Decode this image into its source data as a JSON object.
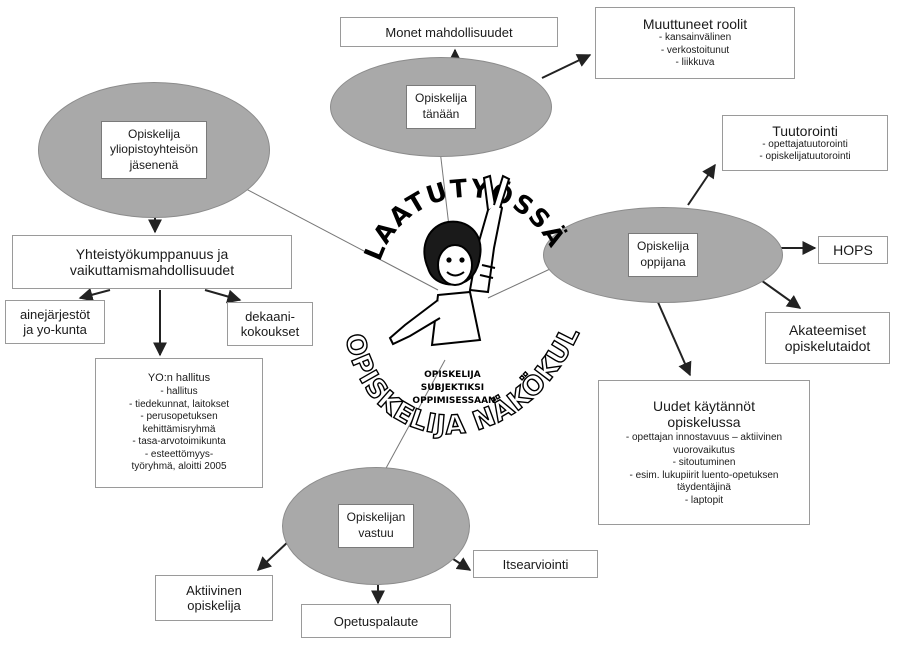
{
  "ellipses": {
    "yhteiso": [
      "Opiskelija",
      "yliopistoyhteisön",
      "jäsenenä"
    ],
    "tanaan": [
      "Opiskelija",
      "tänään"
    ],
    "oppijana": [
      "Opiskelija",
      "oppijana"
    ],
    "vastuu": [
      "Opiskelijan",
      "vastuu"
    ]
  },
  "boxes": {
    "monet": "Monet mahdollisuudet",
    "roolit": {
      "title": "Muuttuneet roolit",
      "items": [
        "- kansainvälinen",
        "- verkostoitunut",
        "- liikkuva"
      ]
    },
    "tuutorointi": {
      "title": "Tuutorointi",
      "items": [
        "- opettajatuutorointi",
        "- opiskelijatuutorointi"
      ]
    },
    "hops": "HOPS",
    "akateemiset": [
      "Akateemiset",
      "opiskelutaidot"
    ],
    "uudet": {
      "title": [
        "Uudet käytännöt",
        "opiskelussa"
      ],
      "items": [
        "- opettajan innostavuus – aktiivinen",
        "vuorovaikutus",
        "- sitoutuminen",
        "- esim. lukupiirit luento-opetuksen",
        "täydentäjinä",
        "- laptopit"
      ]
    },
    "yhteistyo": [
      "Yhteistyökumppanuus ja",
      "vaikuttamismahdollisuudet"
    ],
    "ainejarjestot": [
      "ainejärjestöt",
      "ja yo-kunta"
    ],
    "dekaani": [
      "dekaani-",
      "kokoukset"
    ],
    "hallitus": [
      "YO:n hallitus",
      "- hallitus",
      "- tiedekunnat, laitokset",
      "- perusopetuksen",
      "kehittämisryhmä",
      "- tasa-arvotoimikunta",
      "- esteettömyys-",
      "työryhmä, aloitti 2005"
    ],
    "itsearviointi": "Itsearviointi",
    "aktiivinen": [
      "Aktiivinen",
      "opiskelija"
    ],
    "opetuspalaute": "Opetuspalaute"
  },
  "center": {
    "arc_top": "LAATUTYÖSSÄ",
    "arc_bottom": "OPISKELIJA NÄKÖKULMA",
    "caption": [
      "OPISKELIJA",
      "SUBJEKTIKSI",
      "OPPIMISESSAAN"
    ]
  }
}
